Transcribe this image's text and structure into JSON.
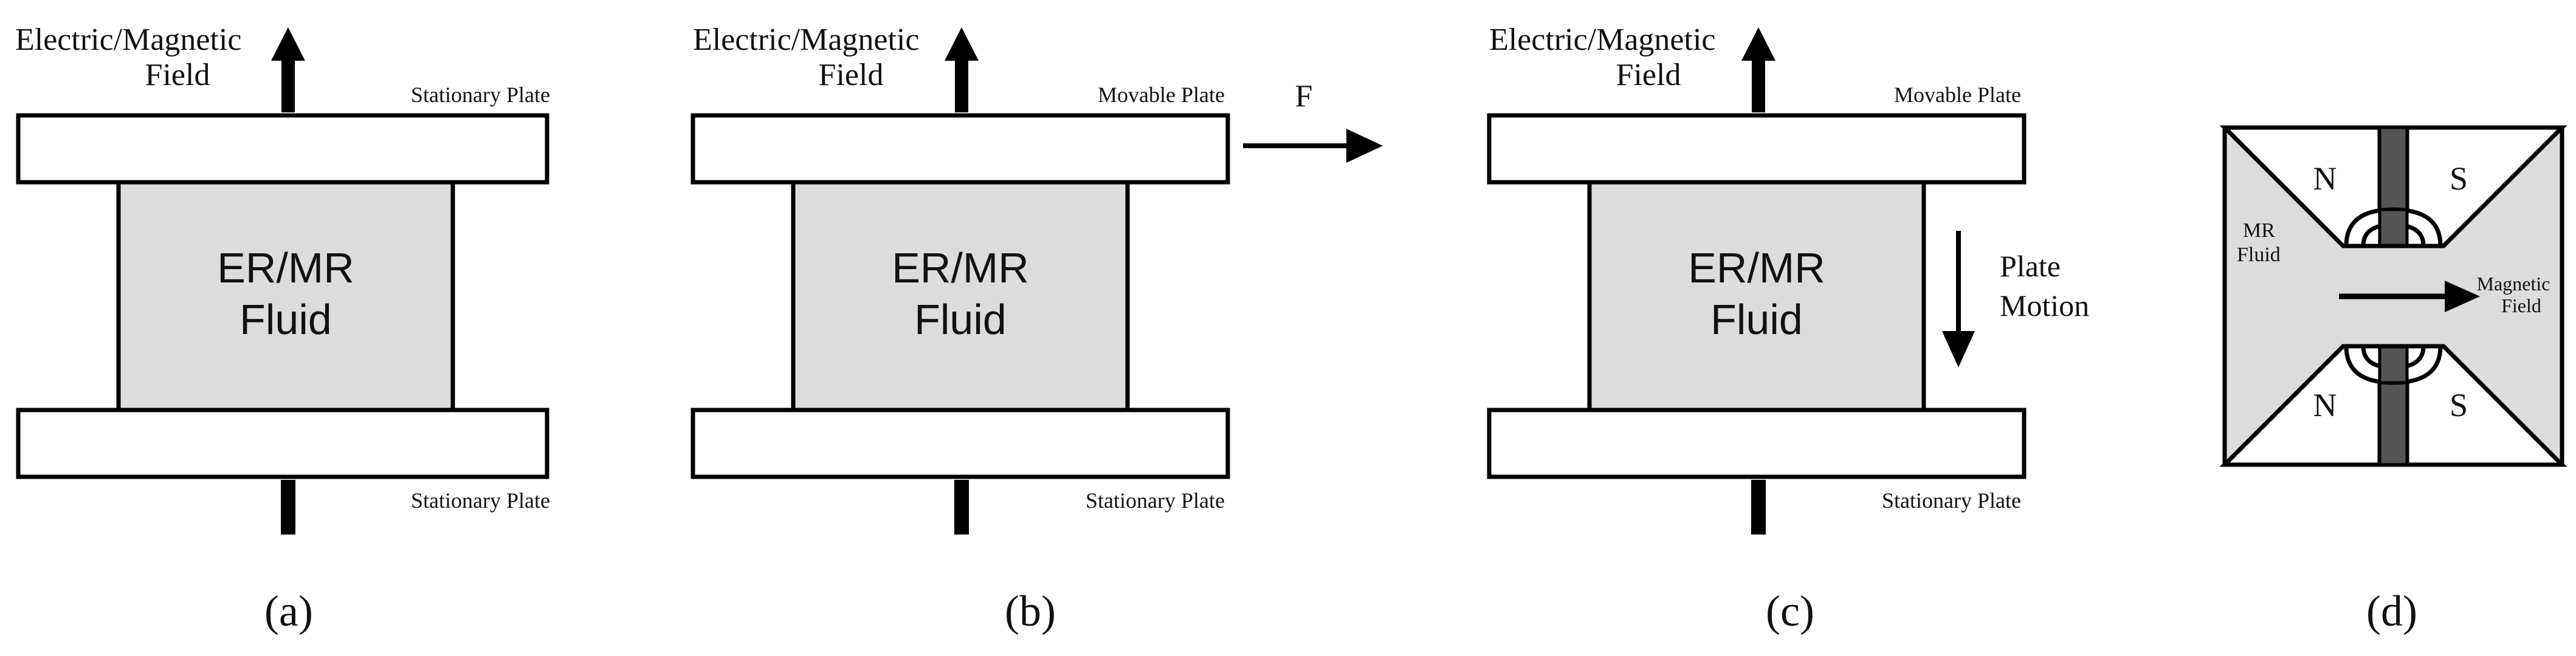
{
  "colors": {
    "fluid_fill": "#dcdcdc",
    "plate_fill": "#ffffff",
    "stroke": "#000000",
    "gap_bar": "#555555"
  },
  "panels": {
    "a": {
      "caption": "(a)",
      "field_label_line1": "Electric/Magnetic",
      "field_label_line2": "Field",
      "top_plate_label": "Stationary Plate",
      "bottom_plate_label": "Stationary Plate",
      "fluid_line1": "ER/MR",
      "fluid_line2": "Fluid"
    },
    "b": {
      "caption": "(b)",
      "field_label_line1": "Electric/Magnetic",
      "field_label_line2": "Field",
      "top_plate_label": "Movable Plate",
      "bottom_plate_label": "Stationary Plate",
      "fluid_line1": "ER/MR",
      "fluid_line2": "Fluid",
      "force_label": "F"
    },
    "c": {
      "caption": "(c)",
      "field_label_line1": "Electric/Magnetic",
      "field_label_line2": "Field",
      "top_plate_label": "Movable Plate",
      "bottom_plate_label": "Stationary Plate",
      "fluid_line1": "ER/MR",
      "fluid_line2": "Fluid",
      "motion_label_line1": "Plate",
      "motion_label_line2": "Motion"
    },
    "d": {
      "caption": "(d)",
      "pole_top_left": "N",
      "pole_top_right": "S",
      "pole_bottom_left": "N",
      "pole_bottom_right": "S",
      "fluid_label_line1": "MR",
      "fluid_label_line2": "Fluid",
      "field_label_line1": "Magnetic",
      "field_label_line2": "Field"
    }
  }
}
